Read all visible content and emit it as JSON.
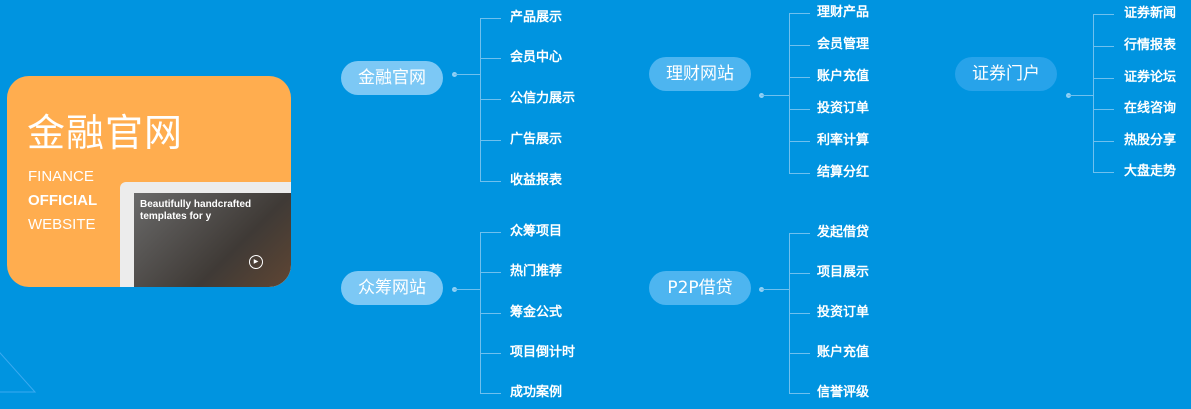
{
  "card": {
    "title": "金融官网",
    "en": [
      "FINANCE",
      "OFFICIAL",
      "WEBSITE"
    ],
    "preview_text": "Beautifully handcrafted templates for y"
  },
  "colors": {
    "background": "#0094e0",
    "card": "#ffad4f"
  },
  "groups": [
    {
      "label": "金融官网",
      "items": [
        "产品展示",
        "会员中心",
        "公信力展示",
        "广告展示",
        "收益报表"
      ]
    },
    {
      "label": "众筹网站",
      "items": [
        "众筹项目",
        "热门推荐",
        "筹金公式",
        "项目倒计时",
        "成功案例"
      ]
    },
    {
      "label": "理财网站",
      "items": [
        "理财产品",
        "会员管理",
        "账户充值",
        "投资订单",
        "利率计算",
        "结算分红"
      ]
    },
    {
      "label": "P2P借贷",
      "items": [
        "发起借贷",
        "项目展示",
        "投资订单",
        "账户充值",
        "信誉评级"
      ]
    },
    {
      "label": "证券门户",
      "items": [
        "证券新闻",
        "行情报表",
        "证券论坛",
        "在线咨询",
        "热股分享",
        "大盘走势"
      ]
    }
  ]
}
